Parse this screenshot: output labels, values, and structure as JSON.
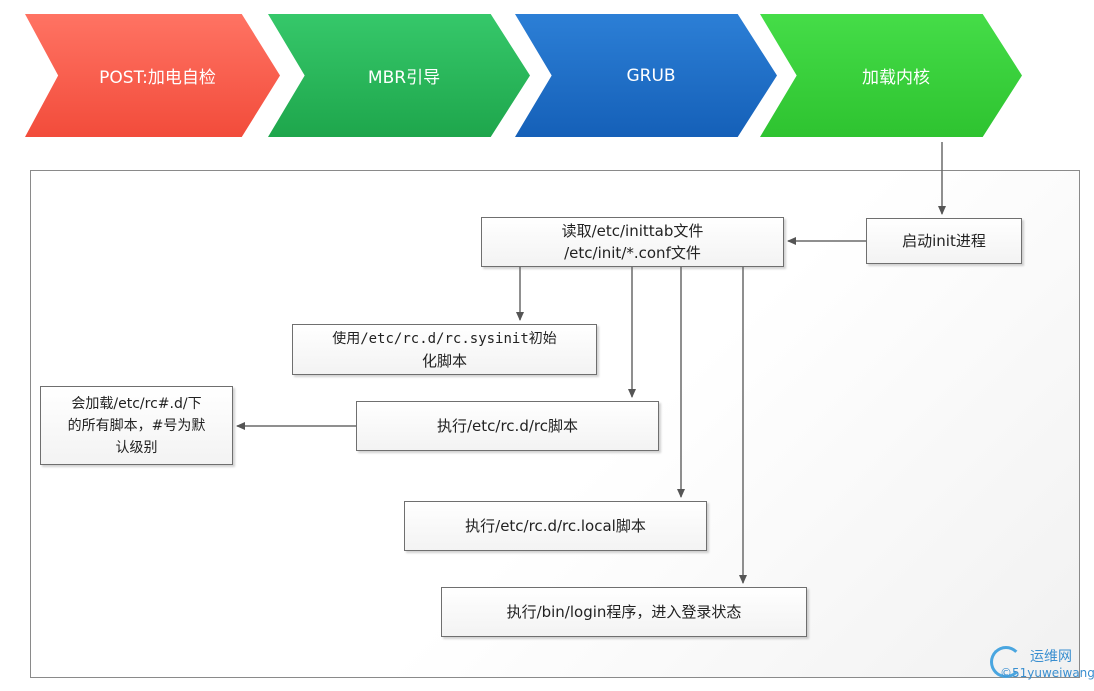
{
  "stages": [
    {
      "label": "POST:加电自检",
      "color": "#f24c3b"
    },
    {
      "label": "MBR引导",
      "color": "#1ea64c"
    },
    {
      "label": "GRUB",
      "color": "#1560b8"
    },
    {
      "label": "加载内核",
      "color": "#2ec330"
    }
  ],
  "boxes": {
    "start_init": "启动init进程",
    "read_inittab_line1": "读取/etc/inittab文件",
    "read_inittab_line2": "/etc/init/*.conf文件",
    "sysinit_line1": "使用/etc/rc.d/rc.sysinit初始",
    "sysinit_line2": "化脚本",
    "runlevel_line1": "会加载/etc/rc#.d/下",
    "runlevel_line2": "的所有脚本，#号为默",
    "runlevel_line3": "认级别",
    "rc_script": "执行/etc/rc.d/rc脚本",
    "rc_local": "执行/etc/rc.d/rc.local脚本",
    "login": "执行/bin/login程序，进入登录状态"
  },
  "watermark": {
    "title": "运维网",
    "subtitle": "©51yuweiwang"
  }
}
